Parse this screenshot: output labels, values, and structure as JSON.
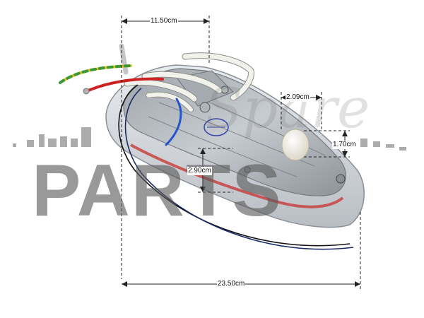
{
  "watermark": {
    "script_text": "Spare",
    "brand_text": "PARTS",
    "color": "#5a5a5a"
  },
  "dimensions": {
    "top_width": "11.50cm",
    "total_length": "23.50cm",
    "nub_offset": "2.09cm",
    "nub_height": "1.70cm",
    "body_height": "2.90cm"
  },
  "photo": {
    "subject": "iron-heating-element",
    "wire_colors": [
      "#e8c21a",
      "#cc2222",
      "#2255cc",
      "#111111",
      "#f2f2ec"
    ]
  }
}
